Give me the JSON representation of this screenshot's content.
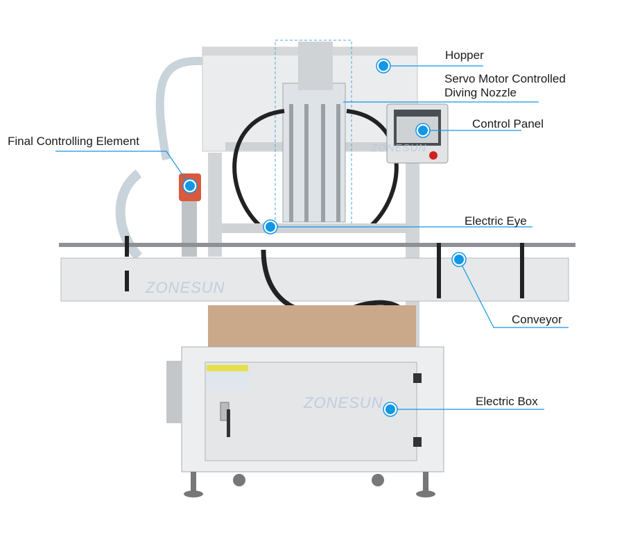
{
  "labels": {
    "hopper": "Hopper",
    "servo_line1": "Servo Motor Controlled",
    "servo_line2": "Diving Nozzle",
    "control_panel": "Control Panel",
    "final_controlling_element": "Final Controlling Element",
    "electric_eye": "Electric Eye",
    "conveyor": "Conveyor",
    "electric_box": "Electric Box"
  },
  "watermark": "ZONESUN",
  "colors": {
    "accent": "#1296e6",
    "steel": "#d9dcdf",
    "dark": "#2a2a2a"
  }
}
